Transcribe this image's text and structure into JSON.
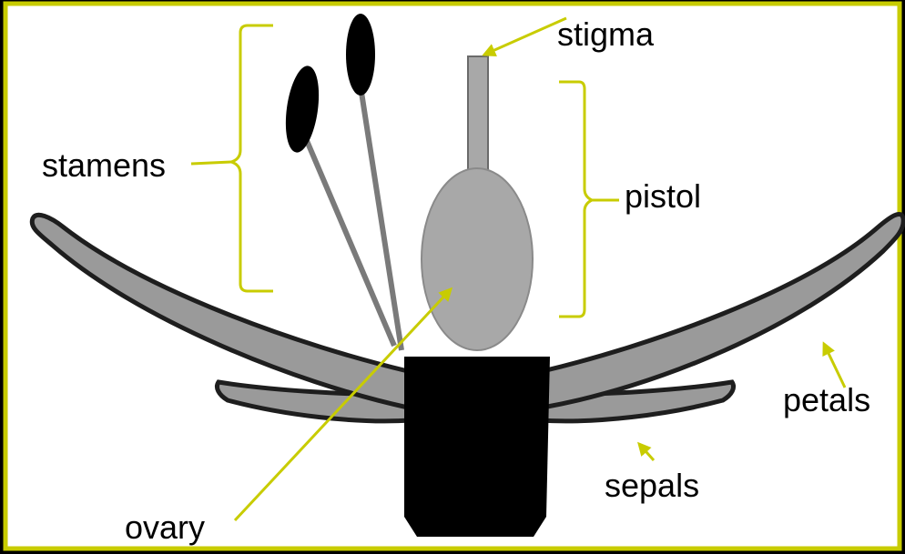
{
  "diagram": {
    "labels": {
      "stigma": "stigma",
      "stamens": "stamens",
      "pistol": "pistol",
      "petals": "petals",
      "sepals": "sepals",
      "ovary": "ovary"
    },
    "colors": {
      "frame": "#c8cc00",
      "annotation": "#c8cc00",
      "background": "#ffffff",
      "outer": "#000000",
      "petal_fill": "#9a9a9a",
      "petal_edge": "#1e1e1e",
      "pistil_fill": "#a8a8a8",
      "receptacle": "#000000",
      "anther": "#000000",
      "filament": "#7a7a7a"
    }
  }
}
